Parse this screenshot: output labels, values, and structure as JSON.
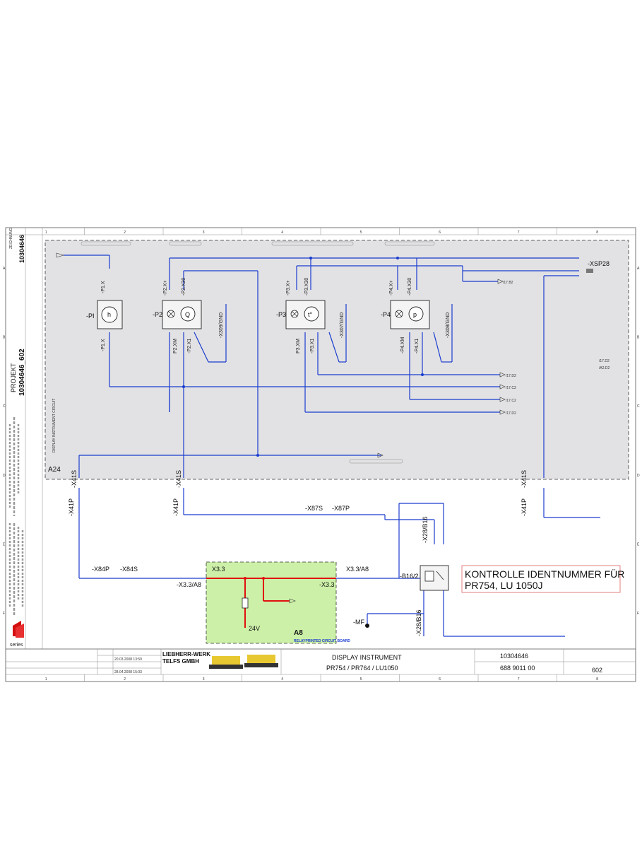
{
  "columns": [
    "1",
    "2",
    "3",
    "4",
    "5",
    "6",
    "7",
    "8"
  ],
  "rows": [
    "A",
    "B",
    "C",
    "D",
    "E",
    "F"
  ],
  "sidebar": {
    "doc_no": "10304646",
    "projekt_label": "PROJEKT",
    "projekt_value": "10304646_602",
    "logo_text": "series"
  },
  "gauges": [
    {
      "id": "-PI",
      "symbol": "h",
      "top": "-P1.X",
      "bottom": "-P1.X"
    },
    {
      "id": "-P2",
      "symbol": "Q",
      "top": "-P2.X+",
      "top2": "-P2.X30",
      "bottom": "P2.XM",
      "bottom2": "-P2.X1",
      "gnd": "-X309/GND"
    },
    {
      "id": "-P3",
      "symbol": "t°",
      "top": "-P3.X+",
      "top2": "-P3.X30",
      "bottom": "P3.XM",
      "bottom2": "-P3.X1",
      "gnd": "-X307/GND"
    },
    {
      "id": "-P4",
      "symbol": "p",
      "top": "-P4.X+",
      "top2": "-P4.X30",
      "bottom": "-P4.XM",
      "bottom2": "-P4.X1",
      "gnd": "-X308/GND"
    }
  ],
  "labels": {
    "a24": "A24",
    "xsp28": "-XSP28",
    "a8": "A8",
    "a8_sub": "RELAYPRINTED CIRCUIT BOARD",
    "v24": "24V",
    "x33_left": "X3.3",
    "x33_left2": "-X3.3/A8",
    "x33_right": "X3.3/A8",
    "x33_right2": "-X3.3",
    "x41s_1": "-X41S",
    "x41s_2": "-X41S",
    "x41s_3": "-X41S",
    "x41p_1": "-X41P",
    "x41p_2": "-X41P",
    "x41p_3": "-X41P",
    "x84p": "-X84P",
    "x84s": "-X84S",
    "x87s": "-X87S",
    "x87p": "-X87P",
    "b16": "-B16/2",
    "x28b16": "-X28/B16",
    "x28b16_2": "-X28/B16",
    "mf": "-MF"
  },
  "refs": {
    "r1": "/17.B2",
    "r2": "/17.D2",
    "r3": "/17.C2",
    "r4": "/17.C2",
    "r5": "/17.D2",
    "r6": "/17.D2",
    "r7": "/A2.D2"
  },
  "note": {
    "line1": "KONTROLLE IDENTNUMMER FÜR",
    "line2": "PR754, LU 1050J"
  },
  "title_block": {
    "company1": "LIEBHERR-WERK",
    "company2": "TELFS GMBH",
    "date1": "20.03.2008 13:59",
    "date2": "28.04.2008 15:03",
    "title1": "DISPLAY INSTRUMENT",
    "title2": "PR754 / PR764 / LU1050",
    "ident_no": "10304646",
    "drawing_no": "688 9011 00",
    "sheet": "602"
  }
}
